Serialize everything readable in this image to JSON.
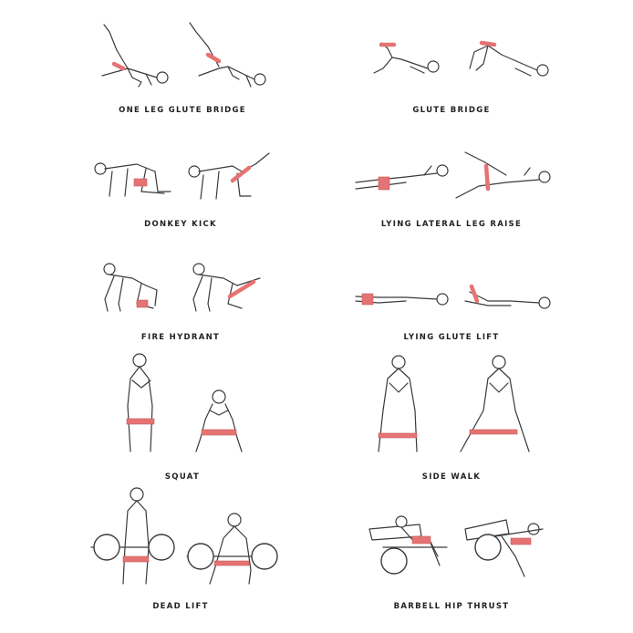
{
  "exercises": [
    {
      "label": "ONE LEG GLUTE BRIDGE"
    },
    {
      "label": "GLUTE BRIDGE"
    },
    {
      "label": "DONKEY KICK"
    },
    {
      "label": "LYING LATERAL LEG RAISE"
    },
    {
      "label": "FIRE HYDRANT"
    },
    {
      "label": "LYING GLUTE LIFT"
    },
    {
      "label": "SQUAT"
    },
    {
      "label": "SIDE WALK"
    },
    {
      "label": "DEAD LIFT"
    },
    {
      "label": "BARBELL HIP THRUST"
    }
  ],
  "colors": {
    "band": "#e57373",
    "line": "#3a3a3a",
    "background": "#ffffff"
  }
}
